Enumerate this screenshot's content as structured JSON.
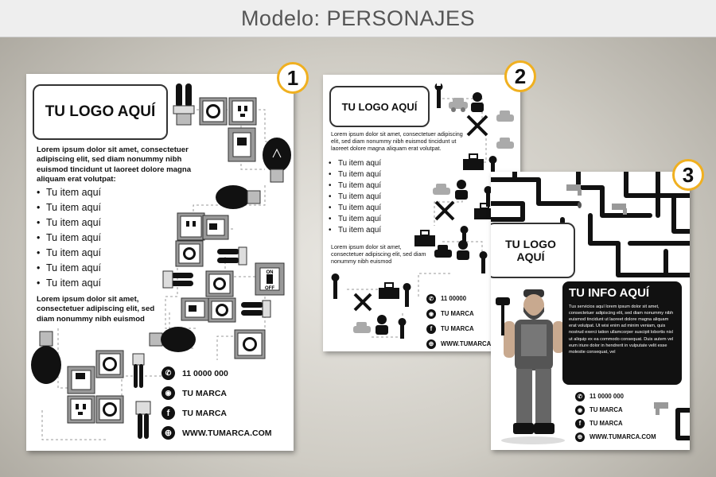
{
  "banner": {
    "title": "Modelo: PERSONAJES"
  },
  "flyers": [
    {
      "number": "1",
      "logo": "TU LOGO AQUÍ",
      "intro": "Lorem ipsum dolor sit amet, consectetuer adipiscing elit, sed diam nonummy nibh euismod tincidunt ut laoreet dolore magna aliquam erat volutpat:",
      "items": [
        "Tu item aquí",
        "Tu item aquí",
        "Tu item aquí",
        "Tu item aquí",
        "Tu item aquí",
        "Tu item aquí",
        "Tu item aquí"
      ],
      "outro": "Lorem ipsum dolor sit amet, consectetuer adipiscing elit, sed diam nonummy nibh euismod",
      "switch_on": "ON",
      "switch_off": "OFF",
      "contact": {
        "phone": "11 0000 000",
        "instagram": "TU MARCA",
        "facebook": "TU MARCA",
        "web": "WWW.TUMARCA.COM"
      }
    },
    {
      "number": "2",
      "logo": "TU LOGO AQUÍ",
      "intro": "Lorem ipsum dolor sit amet, consectetuer adipiscing elit, sed diam nonummy nibh euismod tincidunt ut laoreet dolore magna aliquam erat volutpat.",
      "items": [
        "Tu item aquí",
        "Tu item aquí",
        "Tu item aquí",
        "Tu item aquí",
        "Tu item aquí",
        "Tu item aquí",
        "Tu item aquí"
      ],
      "outro": "Lorem ipsum dolor sit amet, consectetuer adipiscing elit, sed diam nonummy nibh euismod",
      "contact": {
        "phone": "11 00000",
        "instagram": "TU MARCA",
        "facebook": "TU MARCA",
        "web": "WWW.TUMARCA.COM"
      }
    },
    {
      "number": "3",
      "logo": "TU LOGO AQUÍ",
      "info_title": "TU INFO AQUÍ",
      "info_text": "Tus servicios aquí lorem ipsum dolor sit amet, consectetuer adipiscing elit, sed diam nonummy nibh euismod tincidunt ut laoreet dolore magna aliquam erat volutpat. Ut wisi enim ad minim veniam, quis nostrud exerci tation ullamcorper suscipit lobortis nisl ut aliquip ex ea commodo consequat. Duis autem vel eum iriure dolor in hendrerit in vulputate velit esse molestie consequat, vel",
      "contact": {
        "phone": "11 0000 000",
        "instagram": "TU MARCA",
        "facebook": "TU MARCA",
        "web": "WWW.TUMARCA.COM"
      }
    }
  ],
  "icons": {
    "phone": "whatsapp-icon",
    "instagram": "instagram-icon",
    "facebook": "facebook-icon",
    "web": "globe-icon"
  }
}
